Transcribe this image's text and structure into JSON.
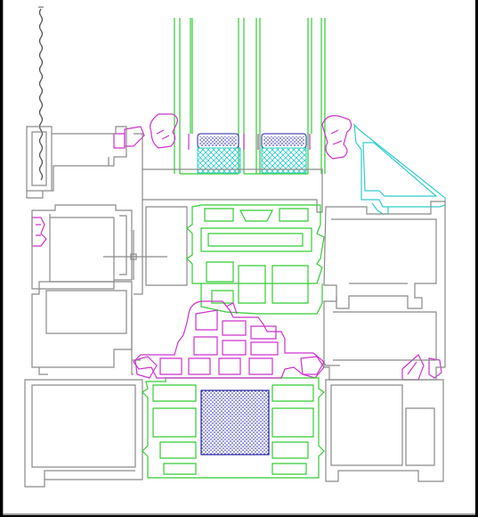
{
  "drawing": {
    "title": "",
    "colors": {
      "background": "#000000",
      "sheet": "#ffffff",
      "aluminium_profile": "#8a8a8a",
      "thermal_break_polyamide": "#33cc33",
      "gaskets": "#cc33cc",
      "glazing_bead": "#33cccc",
      "spacer_and_desiccant": "#2222aa"
    },
    "components": [
      "triple-glazing-unit",
      "glazing-bead",
      "sash-profile",
      "frame-profile",
      "sill-profile",
      "thermal-break-inserts",
      "gaskets",
      "insulation-core",
      "fixing-screw"
    ]
  }
}
